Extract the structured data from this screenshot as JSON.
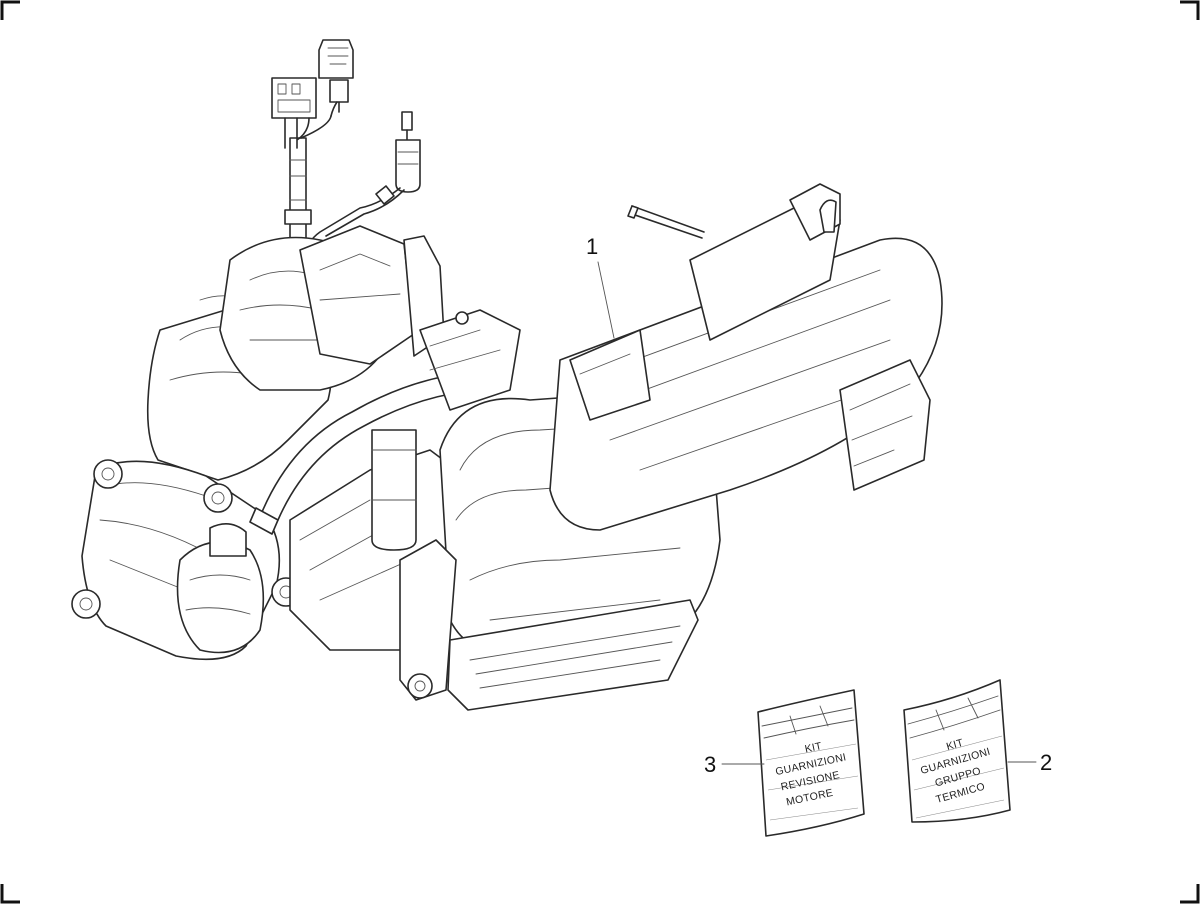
{
  "diagram": {
    "callouts": [
      {
        "number": "1",
        "part": "engine-assembly"
      },
      {
        "number": "2",
        "part": "gasket-kit-thermal-group"
      },
      {
        "number": "3",
        "part": "gasket-kit-engine-overhaul"
      }
    ],
    "kit_bag_left": {
      "lines": [
        "KIT",
        "GUARNIZIONI",
        "REVISIONE",
        "MOTORE"
      ]
    },
    "kit_bag_right": {
      "lines": [
        "KIT",
        "GUARNIZIONI",
        "GRUPPO",
        "TERMICO"
      ]
    }
  }
}
